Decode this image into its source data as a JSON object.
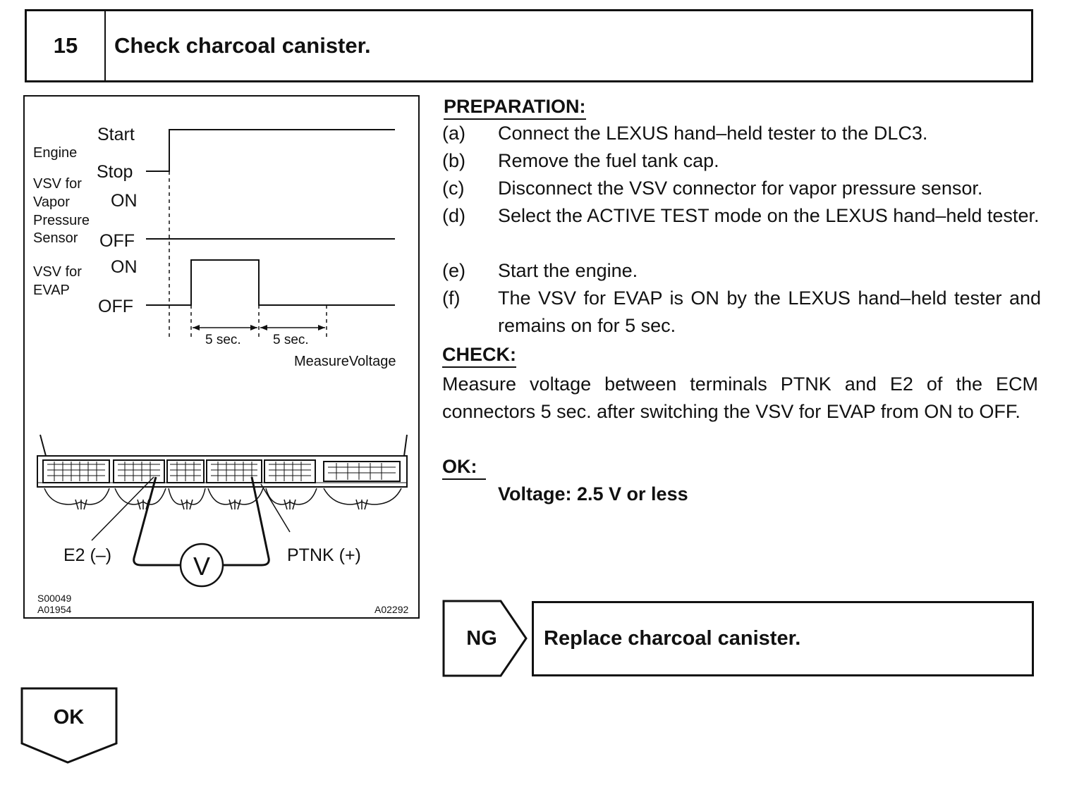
{
  "step": {
    "number": "15",
    "title": "Check charcoal canister."
  },
  "figure": {
    "labels": {
      "start": "Start",
      "engine": "Engine",
      "stop": "Stop",
      "vsv_for_1": "VSV for",
      "vapor": "Vapor",
      "pressure": "Pressure",
      "sensor": "Sensor",
      "on_1": "ON",
      "off_1": "OFF",
      "vsv_for_2": "VSV for",
      "evap": "EVAP",
      "on_2": "ON",
      "off_2": "OFF",
      "interval_1": "5 sec.",
      "interval_2": "5 sec.",
      "measure_voltage": "MeasureVoltage",
      "e2": "E2 (–)",
      "ptnk": "PTNK (+)",
      "voltmeter": "V",
      "code_1": "S00049",
      "code_2": "A01954",
      "code_3": "A02292"
    }
  },
  "preparation": {
    "heading": "PREPARATION:",
    "steps": [
      {
        "letter": "(a)",
        "text": "Connect the LEXUS hand–held tester to the DLC3."
      },
      {
        "letter": "(b)",
        "text": "Remove the fuel tank cap."
      },
      {
        "letter": "(c)",
        "text": "Disconnect the VSV connector for vapor pressure sensor."
      },
      {
        "letter": "(d)",
        "text": "Select the ACTIVE TEST mode on the LEXUS hand–held tester."
      },
      {
        "letter": "(e)",
        "text": "Start the engine."
      },
      {
        "letter": "(f)",
        "text": "The VSV for EVAP is ON by the LEXUS hand–held tester and remains on for 5 sec."
      }
    ]
  },
  "check": {
    "heading": "CHECK:",
    "text": "Measure voltage between terminals PTNK and E2 of the ECM connectors 5 sec. after switching the VSV for EVAP from ON to OFF."
  },
  "ok": {
    "heading": "OK:",
    "value": "Voltage: 2.5 V or less"
  },
  "results": {
    "ng_label": "NG",
    "ng_action": "Replace charcoal canister.",
    "ok_label": "OK"
  }
}
